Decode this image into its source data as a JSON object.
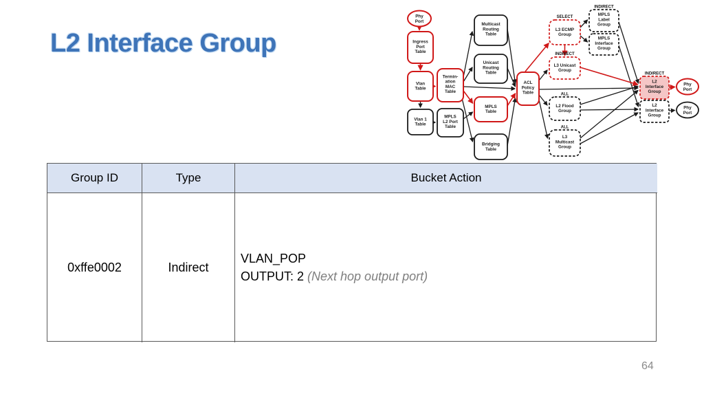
{
  "slide": {
    "title": "L2 Interface Group",
    "page_number": "64"
  },
  "colors": {
    "title_blue": "#3E74B8",
    "table_header_bg": "#D9E2F2",
    "diagram_red": "#D01818",
    "highlight_pink": "#F5C6C6",
    "note_gray": "#7f7f7f"
  },
  "table": {
    "headers": [
      "Group ID",
      "Type",
      "Bucket Action"
    ],
    "row": {
      "group_id": "0xffe0002",
      "type": "Indirect",
      "action_line1": "VLAN_POP",
      "action_line2": "OUTPUT: 2 ",
      "action_note": "(Next hop output port)"
    }
  },
  "diagram": {
    "badges": {
      "select": "SELECT",
      "indirect": "INDIRECT",
      "all": "ALL"
    },
    "nodes": {
      "phy_in": [
        "Phy",
        "Port"
      ],
      "ingress_port_table": [
        "Ingress",
        "Port",
        "Table"
      ],
      "vlan_table": [
        "Vlan",
        "Table"
      ],
      "vlan1_table": [
        "Vlan 1",
        "Table"
      ],
      "termination_mac_table": [
        "Termin-",
        "ation",
        "MAC",
        "Table"
      ],
      "mpls_l2_port_table": [
        "MPLS",
        "L2 Port",
        "Table"
      ],
      "multicast_routing_table": [
        "Multicast",
        "Routing",
        "Table"
      ],
      "unicast_routing_table": [
        "Unicast",
        "Routing",
        "Table"
      ],
      "mpls_table": [
        "MPLS",
        "Table"
      ],
      "bridging_table": [
        "Bridging",
        "Table"
      ],
      "acl_policy_table": [
        "ACL",
        "Policy",
        "Table"
      ],
      "l3_ecmp_group": [
        "L3 ECMP",
        "Group"
      ],
      "l3_unicast_group": [
        "L3 Unicast",
        "Group"
      ],
      "l2_flood_group": [
        "L2 Flood",
        "Group"
      ],
      "l3_multicast_group": [
        "L3",
        "Multicast",
        "Group"
      ],
      "mpls_label_group": [
        "MPLS",
        "Label",
        "Group"
      ],
      "mpls_interface_group": [
        "MPLS",
        "Interface",
        "Group"
      ],
      "l2_interface_group_main": [
        "L2",
        "Interface",
        "Group"
      ],
      "l2_interface_group_alt": [
        "L2",
        "Interface",
        "Group"
      ],
      "phy_out_top": [
        "Phy",
        "Port"
      ],
      "phy_out_bottom": [
        "Phy",
        "Port"
      ]
    }
  }
}
